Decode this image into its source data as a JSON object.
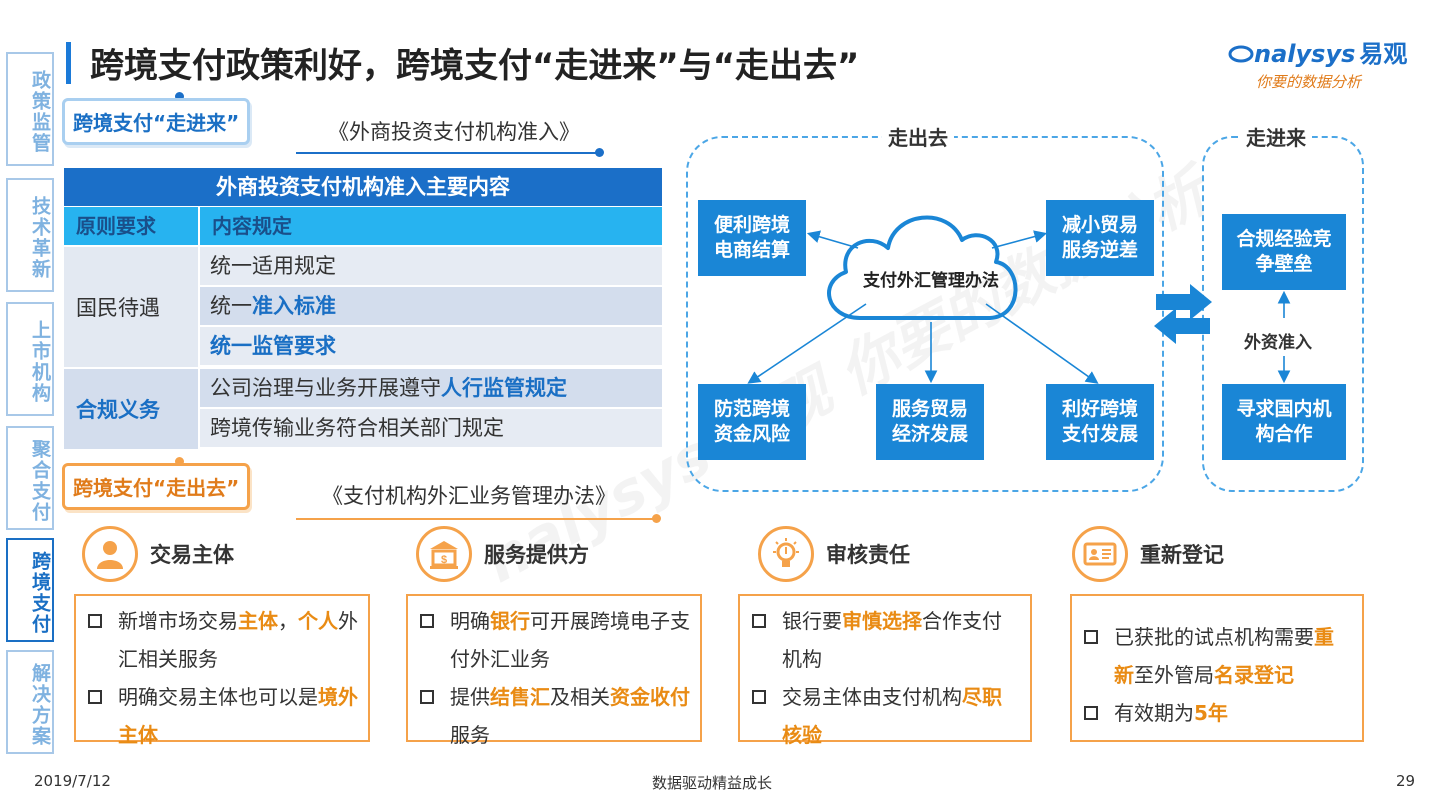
{
  "title": "跨境支付政策利好，跨境支付“走进来”与“走出去”",
  "logo": {
    "brand": "nalysys",
    "brand_cn": "易观",
    "slogan": "你要的数据分析"
  },
  "watermark": "nalysys 易观 你要的数据分析",
  "sidenav": [
    {
      "label": "政策监管",
      "active": false
    },
    {
      "label": "技术革新",
      "active": false
    },
    {
      "label": "上市机构",
      "active": false
    },
    {
      "label": "聚合支付",
      "active": false
    },
    {
      "label": "跨境支付",
      "active": true
    },
    {
      "label": "解决方案",
      "active": false
    }
  ],
  "section_in": {
    "tag": "跨境支付“走进来”",
    "doc": "《外商投资支付机构准入》"
  },
  "table": {
    "header": "外商投资支付机构准入主要内容",
    "col1": "原则要求",
    "col2": "内容规定",
    "groups": [
      {
        "label": "国民待遇",
        "rows": [
          {
            "plain": "统一适用规定",
            "highlight": ""
          },
          {
            "plain": "统一",
            "highlight": "准入标准"
          },
          {
            "plain": "",
            "highlight": "统一监管要求"
          }
        ]
      },
      {
        "label": "合规义务",
        "rows": [
          {
            "plain": "公司治理与业务开展遵守",
            "highlight": "人行监管规定"
          },
          {
            "plain": "跨境传输业务符合相关部门规定",
            "highlight": ""
          }
        ]
      }
    ]
  },
  "section_out": {
    "tag": "跨境支付“走出去”",
    "doc": "《支付机构外汇业务管理办法》"
  },
  "diagram": {
    "out_title": "走出去",
    "in_title": "走进来",
    "center": "支付外汇管理办法",
    "out_nodes": [
      "便利跨境电商结算",
      "减小贸易服务逆差",
      "防范跨境资金风险",
      "服务贸易经济发展",
      "利好跨境支付发展"
    ],
    "in_top": "合规经验竞争壁垒",
    "in_bottom": "寻求国内机构合作",
    "in_label": "外资准入"
  },
  "cards": [
    {
      "title": "交易主体",
      "icon": "person-icon",
      "bullets": [
        [
          {
            "t": "新增市场交易",
            "h": false
          },
          {
            "t": "主体",
            "h": true
          },
          {
            "t": "，",
            "h": false
          },
          {
            "t": "个人",
            "h": true
          },
          {
            "t": "外汇相关服务",
            "h": false
          }
        ],
        [
          {
            "t": "明确交易主体也可以是",
            "h": false
          },
          {
            "t": "境外主体",
            "h": true
          }
        ]
      ]
    },
    {
      "title": "服务提供方",
      "icon": "bank-icon",
      "bullets": [
        [
          {
            "t": "明确",
            "h": false
          },
          {
            "t": "银行",
            "h": true
          },
          {
            "t": "可开展跨境电子支付外汇业务",
            "h": false
          }
        ],
        [
          {
            "t": "提供",
            "h": false
          },
          {
            "t": "结售汇",
            "h": true
          },
          {
            "t": "及相关",
            "h": false
          },
          {
            "t": "资金收付",
            "h": true
          },
          {
            "t": "服务",
            "h": false
          }
        ]
      ]
    },
    {
      "title": "审核责任",
      "icon": "lightbulb-icon",
      "bullets": [
        [
          {
            "t": "银行要",
            "h": false
          },
          {
            "t": "审慎选择",
            "h": true
          },
          {
            "t": "合作支付机构",
            "h": false
          }
        ],
        [
          {
            "t": "交易主体由支付机构",
            "h": false
          },
          {
            "t": "尽职核验",
            "h": true
          }
        ]
      ]
    },
    {
      "title": "重新登记",
      "icon": "id-card-icon",
      "bullets": [
        [
          {
            "t": "已获批的试点机构需要",
            "h": false
          },
          {
            "t": "重新",
            "h": true
          },
          {
            "t": "至外管局",
            "h": false
          },
          {
            "t": "名录登记",
            "h": true
          }
        ],
        [
          {
            "t": "有效期为",
            "h": false
          },
          {
            "t": "5年",
            "h": true
          }
        ]
      ]
    }
  ],
  "footer": {
    "date": "2019/7/12",
    "center": "数据驱动精益成长",
    "page": "29"
  }
}
